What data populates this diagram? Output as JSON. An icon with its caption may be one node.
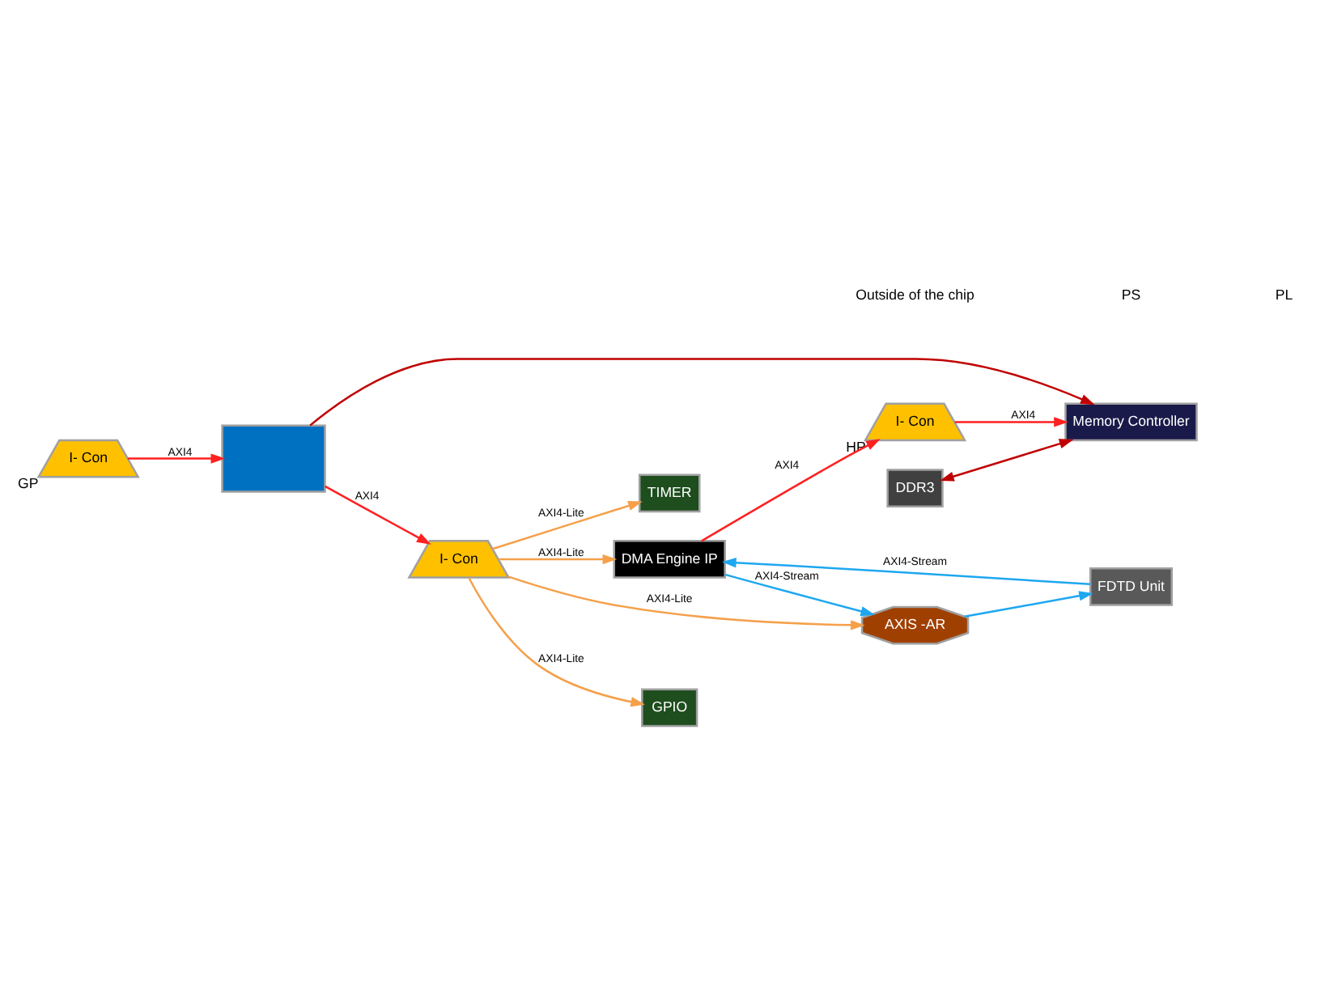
{
  "diagram": {
    "nodes": [
      {
        "text": [
          "DDR3"
        ]
      },
      {
        "text": [
          "Memory Controller"
        ]
      },
      {
        "text": [],
        "shape": "box"
      },
      {
        "text": [
          "I- Con"
        ],
        "beside": [
          "HP"
        ]
      },
      {
        "text": [
          "I- Con"
        ],
        "beside": [
          "GP"
        ]
      },
      {
        "text": [
          "I- Con"
        ]
      },
      {
        "text": [
          "DMA Engine IP"
        ]
      },
      {
        "text": [
          "AXIS -AR"
        ]
      },
      {
        "text": [
          "FDTD Unit"
        ]
      },
      {
        "text": [
          "GPIO"
        ]
      },
      {
        "text": [
          "TIMER"
        ]
      }
    ],
    "edges": [
      {
        "from": 0,
        "to": 1,
        "arrow": "both",
        "color": "#c00000"
      },
      {
        "from": 3,
        "to": 1,
        "arrow": "to",
        "label": "AXI4"
      },
      {
        "from": 6,
        "to": 3,
        "arrow": "to",
        "label": "AXI4"
      },
      {
        "from": 2,
        "to": 1,
        "arrow": "to",
        "color": "#c00000"
      },
      {
        "from": 4,
        "to": 2,
        "arrow": "to",
        "label": "AXI4"
      },
      {
        "from": 2,
        "to": 5,
        "arrow": "to",
        "label": "AXI4"
      },
      {
        "from": 8,
        "to": 6,
        "arrow": "to",
        "label": "AXI4-Stream",
        "color": "#1ea7f0"
      },
      {
        "from": 6,
        "to": 7,
        "arrow": "to",
        "label": "AXI4-Stream",
        "color": "#1ea7f0"
      },
      {
        "from": 7,
        "to": 8,
        "arrow": "to",
        "color": "#1ea7f0"
      },
      {
        "from": 5,
        "to": 6,
        "arrow": "to",
        "label": "AXI4-Lite",
        "color": "#f5a04a"
      },
      {
        "from": 5,
        "to": 7,
        "arrow": "to",
        "label": "AXI4-Lite",
        "color": "#f5a04a"
      },
      {
        "from": 5,
        "to": 9,
        "arrow": "to",
        "label": "AXI4-Lite",
        "color": "#f5a04a"
      },
      {
        "from": 5,
        "to": 10,
        "arrow": "to",
        "label": "AXI4-Lite",
        "color": "#f5a04a"
      }
    ],
    "labels": [
      "Outside of the chip",
      "PS",
      "PL"
    ]
  }
}
